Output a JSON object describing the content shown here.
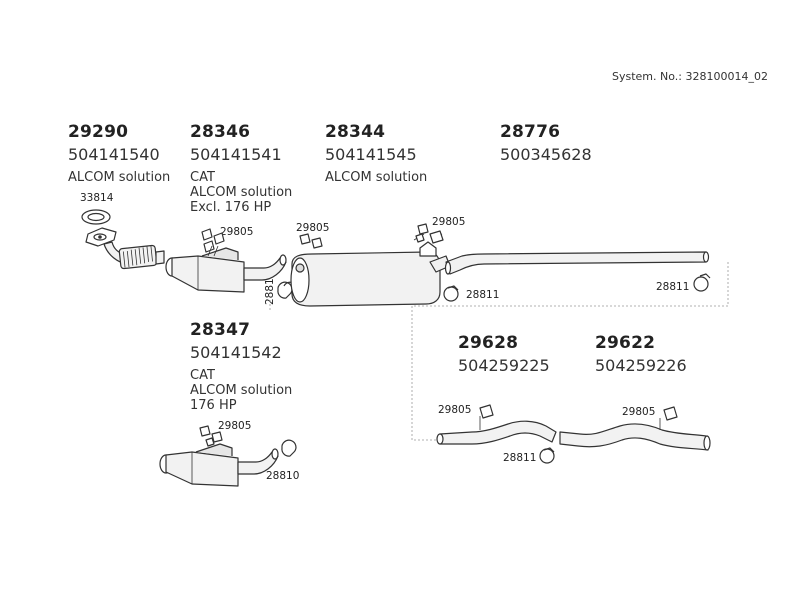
{
  "system_no": "System. No.: 328100014_02",
  "groups": {
    "g29290": {
      "code": "29290",
      "part": "504141540",
      "notes": [
        "ALCOM solution"
      ]
    },
    "g28346": {
      "code": "28346",
      "part": "504141541",
      "notes": [
        "CAT",
        "ALCOM solution",
        "Excl. 176 HP"
      ]
    },
    "g28344": {
      "code": "28344",
      "part": "504141545",
      "notes": [
        "ALCOM solution"
      ]
    },
    "g28776": {
      "code": "28776",
      "part": "500345628",
      "notes": []
    },
    "g28347": {
      "code": "28347",
      "part": "504141542",
      "notes": [
        "CAT",
        "ALCOM solution",
        "176 HP"
      ]
    },
    "g29628": {
      "code": "29628",
      "part": "504259225",
      "notes": []
    },
    "g29622": {
      "code": "29622",
      "part": "504259226",
      "notes": []
    }
  },
  "callouts": {
    "c33814": "33814",
    "c29805a": "29805",
    "c29805b": "29805",
    "c29805c": "29805",
    "c29805d": "29805",
    "c29805e": "29805",
    "c29805f": "29805",
    "c28810a": "28810",
    "c28810b": "28810",
    "c28811a": "28811",
    "c28811b": "28811",
    "c28811c": "28811"
  },
  "colors": {
    "line": "#333333",
    "part_fill": "#f2f2f2",
    "shade": "#bdbdbd",
    "dash": "#999999"
  }
}
